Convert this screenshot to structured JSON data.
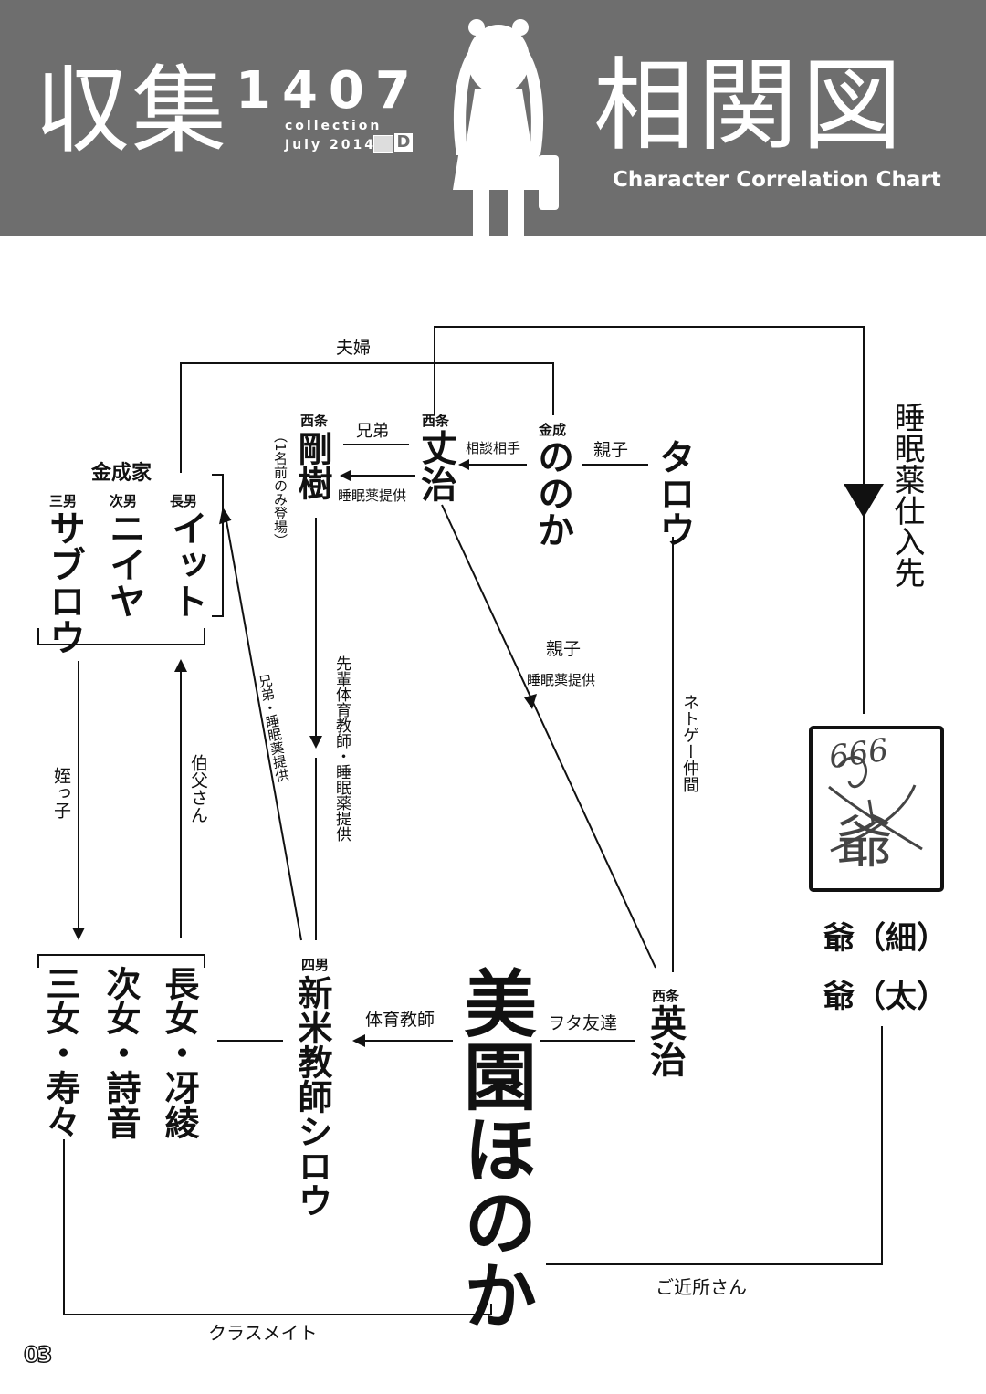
{
  "header": {
    "title_left": "収集",
    "number": "1407",
    "collection": "collection",
    "date": "July 2014",
    "logo_letter": "D",
    "title_right": "相関図",
    "subtitle": "Character Correlation Chart"
  },
  "characters": {
    "kanenari_family": "金成家",
    "itto_role": "長男",
    "itto_name": "イット",
    "niiya_role": "次男",
    "niiya_name": "ニイヤ",
    "saburou_role": "三男",
    "saburou_name": "サブロウ",
    "gouki_family": "西条",
    "gouki_name": "剛樹",
    "gouki_note": "（1名前のみ登場）",
    "bunji_family": "西条",
    "bunji_name": "丈治",
    "nonoka_family": "金成",
    "nonoka_name": "ののか",
    "tarou_name": "タロウ",
    "shirou_role": "四男",
    "shirou_name": "新米教師シロウ",
    "daughters_1": "長女・冴綾",
    "daughters_2": "次女・詩音",
    "daughters_3": "三女・寿々",
    "honoka_name": "美園ほのか",
    "eiji_family": "西条",
    "eiji_name": "英治",
    "jii_hoso": "爺（細）",
    "jii_futo": "爺（太）",
    "stamp_text": "666",
    "stamp_kanji": "爺"
  },
  "relations": {
    "fuufu": "夫婦",
    "kyoudai": "兄弟",
    "soudan": "相談相手",
    "oyako_top": "親子",
    "suimin_teikyou": "睡眠薬提供",
    "suimin_shiire": "睡眠薬仕入先",
    "oyako_mid": "親子",
    "suimin_mid": "睡眠薬提供",
    "netoge": "ネトゲー仲間",
    "kyoudai_suimin": "兄弟・睡眠薬提供",
    "senpai": "先輩体育教師・睡眠薬提供",
    "meikko": "姪っ子",
    "ojisan": "伯父さん",
    "taiiku": "体育教師",
    "wota": "ヲタ友達",
    "gokinjo": "ご近所さん",
    "classmate": "クラスメイト"
  },
  "page_number": "03"
}
